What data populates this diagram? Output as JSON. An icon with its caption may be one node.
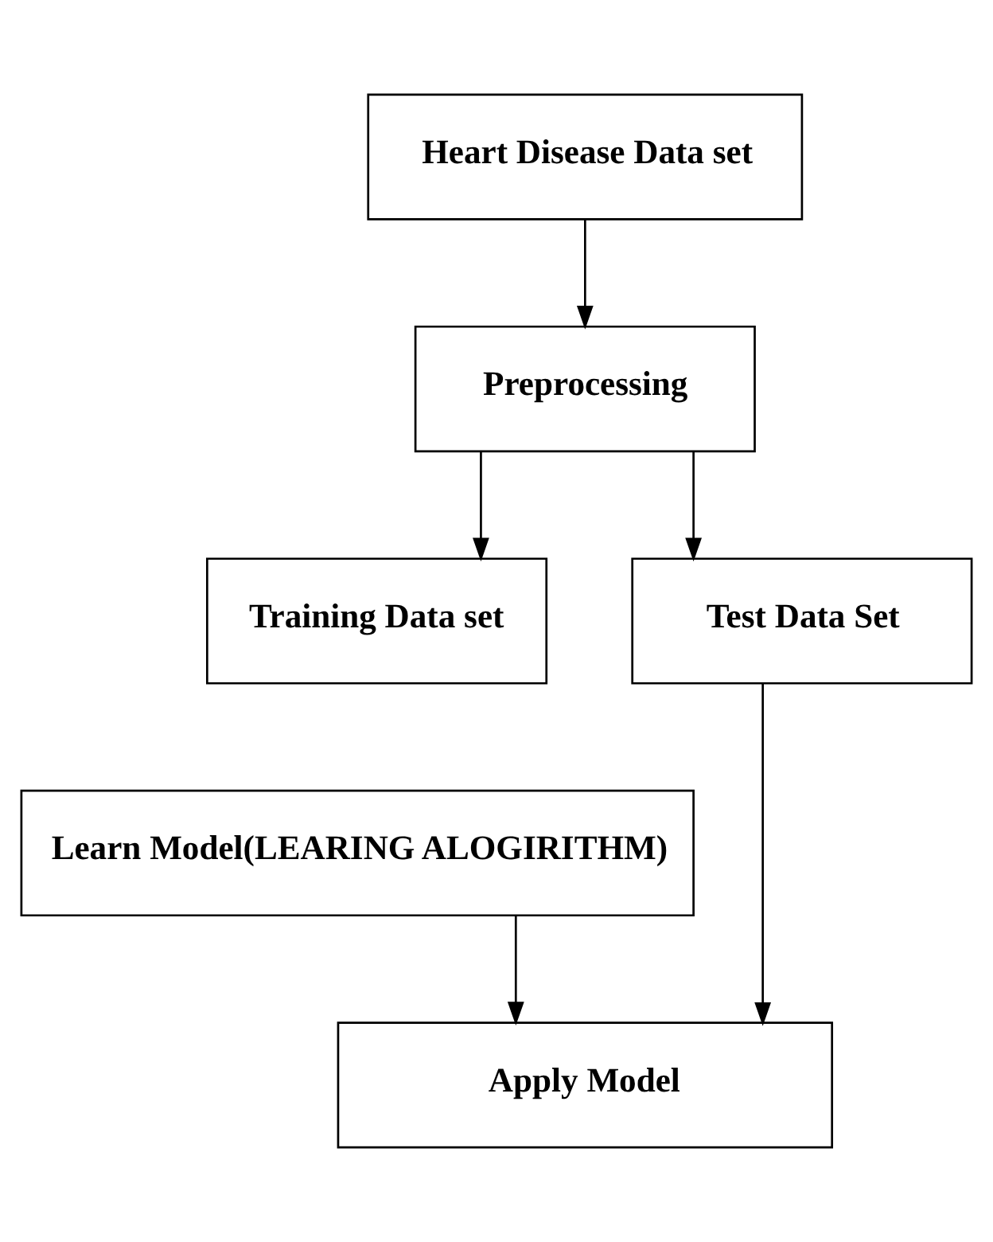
{
  "diagram": {
    "nodes": [
      {
        "text": [
          "Heart Disease Data set"
        ]
      },
      {
        "text": [
          "Preprocessing"
        ]
      },
      {
        "text": [
          "Training Data set"
        ]
      },
      {
        "text": [
          "Test Data Set"
        ]
      },
      {
        "text": [
          "Learn Model(LEARING ALOGIRITHM)"
        ]
      },
      {
        "text": [
          "Apply Model"
        ]
      }
    ],
    "edges": [
      {
        "from": 0,
        "to": 1,
        "arrow": "to"
      },
      {
        "from": 1,
        "to": 2,
        "arrow": "to"
      },
      {
        "from": 1,
        "to": 3,
        "arrow": "to"
      },
      {
        "from": 3,
        "to": 5,
        "arrow": "to"
      },
      {
        "from": 4,
        "to": 5,
        "arrow": "to"
      }
    ]
  }
}
